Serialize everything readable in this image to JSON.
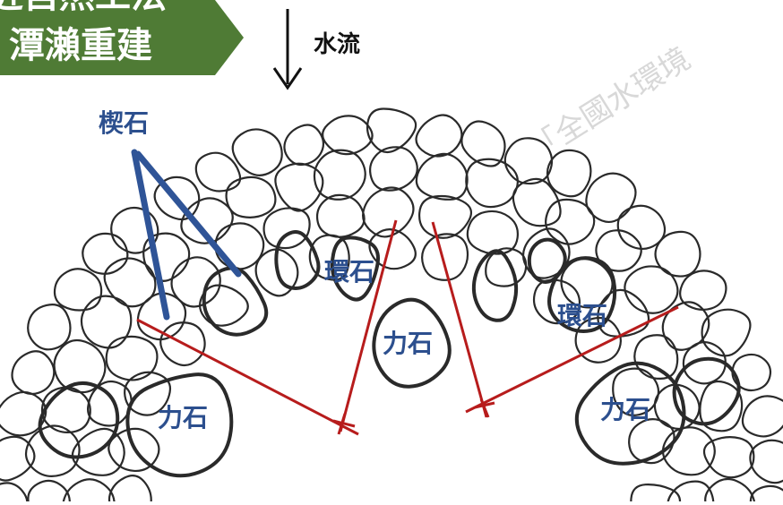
{
  "banner": {
    "line1": "近自然工法",
    "line2": "潭瀨重建",
    "color": "#4f7b35"
  },
  "flow": {
    "label": "水流"
  },
  "labels": {
    "wedge_stone": "楔石",
    "ring_stone_left": "環石",
    "ring_stone_right": "環石",
    "force_stone_left": "力石",
    "force_stone_center": "力石",
    "force_stone_right": "力石"
  },
  "watermark": "「全國水環境",
  "colors": {
    "label_blue": "#2c4f8e",
    "wedge_line_blue": "#2f5497",
    "force_line_red": "#b71c1c",
    "stone_outline": "#2a2a2a",
    "banner_green": "#4f7b35"
  }
}
